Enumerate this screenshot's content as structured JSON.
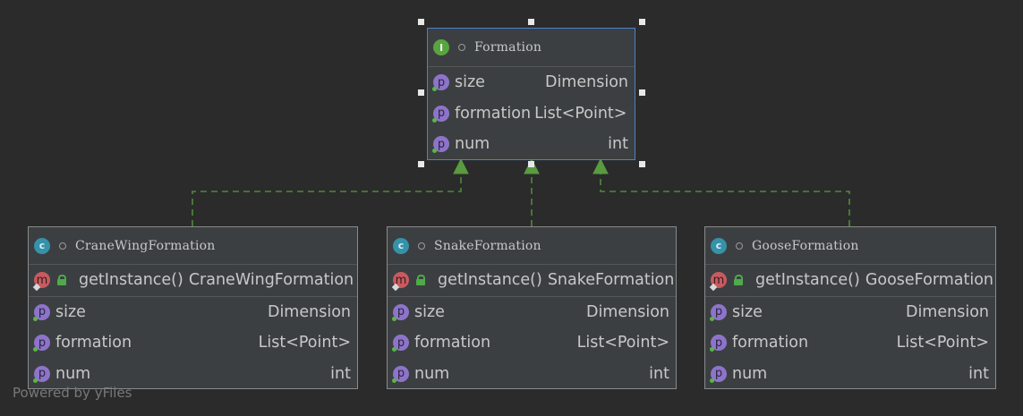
{
  "diagram": {
    "watermark": "Powered by yFiles",
    "interface": {
      "badge": "I",
      "name": "Formation",
      "fields": [
        {
          "badge": "p",
          "name": "size",
          "type": "Dimension"
        },
        {
          "badge": "p",
          "name": "formation",
          "type": "List<Point>"
        },
        {
          "badge": "p",
          "name": "num",
          "type": "int"
        }
      ]
    },
    "classes": [
      {
        "badge": "c",
        "name": "CraneWingFormation",
        "method": {
          "badge": "m",
          "name": "getInstance()",
          "type": "CraneWingFormation"
        },
        "fields": [
          {
            "badge": "p",
            "name": "size",
            "type": "Dimension"
          },
          {
            "badge": "p",
            "name": "formation",
            "type": "List<Point>"
          },
          {
            "badge": "p",
            "name": "num",
            "type": "int"
          }
        ]
      },
      {
        "badge": "c",
        "name": "SnakeFormation",
        "method": {
          "badge": "m",
          "name": "getInstance()",
          "type": "SnakeFormation"
        },
        "fields": [
          {
            "badge": "p",
            "name": "size",
            "type": "Dimension"
          },
          {
            "badge": "p",
            "name": "formation",
            "type": "List<Point>"
          },
          {
            "badge": "p",
            "name": "num",
            "type": "int"
          }
        ]
      },
      {
        "badge": "c",
        "name": "GooseFormation",
        "method": {
          "badge": "m",
          "name": "getInstance()",
          "type": "GooseFormation"
        },
        "fields": [
          {
            "badge": "p",
            "name": "size",
            "type": "Dimension"
          },
          {
            "badge": "p",
            "name": "formation",
            "type": "List<Point>"
          },
          {
            "badge": "p",
            "name": "num",
            "type": "int"
          }
        ]
      }
    ],
    "colors": {
      "background": "#2b2b2b",
      "node": "#3c3f41",
      "edge": "#4e8a3a",
      "selection": "#4b82c8"
    }
  }
}
